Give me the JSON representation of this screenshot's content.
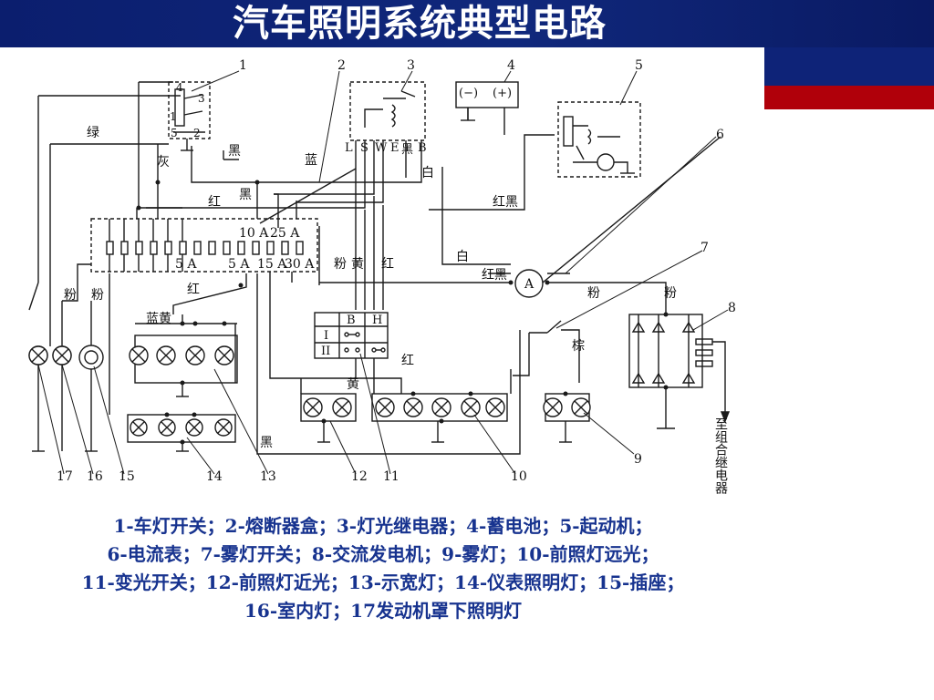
{
  "title": "汽车照明系统典型电路",
  "diagram": {
    "callouts": [
      "1",
      "2",
      "3",
      "4",
      "5",
      "6",
      "7",
      "8",
      "9",
      "10",
      "11",
      "12",
      "13",
      "14",
      "15",
      "16",
      "17"
    ],
    "wire_labels": {
      "green": "绿",
      "gray": "灰",
      "black1": "黑",
      "blue": "蓝",
      "white1": "白",
      "red1": "红",
      "black2": "黑",
      "redblack1": "红黑",
      "white2": "白",
      "redblack2": "红黑",
      "pink1": "粉",
      "pink2": "粉",
      "red2": "红",
      "bluewhite": "蓝黄",
      "pink3": "粉",
      "pink4": "粉",
      "brown": "棕",
      "red3": "红",
      "yellow1": "黄",
      "yellow2": "黄",
      "red4": "红",
      "pink5": "粉",
      "black3": "黑"
    },
    "fuse_ratings": {
      "f10": "10 A",
      "f25": "25 A",
      "f5a": "5 A",
      "f5b": "5 A",
      "f15": "15 A",
      "f30": "30 A"
    },
    "relay_terminals": {
      "L": "L",
      "S": "S",
      "W": "W",
      "E": "E",
      "B": "B"
    },
    "relay_black": "黑",
    "battery": {
      "neg": "(−)",
      "pos": "(+)"
    },
    "ammeter": "A",
    "switch1": {
      "t4": "4",
      "t3": "3",
      "t1": "1",
      "t5": "5",
      "t2": "2"
    },
    "dimmer": {
      "col_b": "B",
      "col_h": "H",
      "row1": "I",
      "row2": "II"
    },
    "to_relay": "至组合继电器"
  },
  "legend": [
    "1-车灯开关；2-熔断器盒；3-灯光继电器；4-蓄电池；5-起动机；",
    "6-电流表；7-雾灯开关；8-交流发电机；9-雾灯；10-前照灯远光；",
    "11-变光开关；12-前照灯近光；13-示宽灯；14-仪表照明灯；15-插座；",
    "16-室内灯；17发动机罩下照明灯"
  ]
}
